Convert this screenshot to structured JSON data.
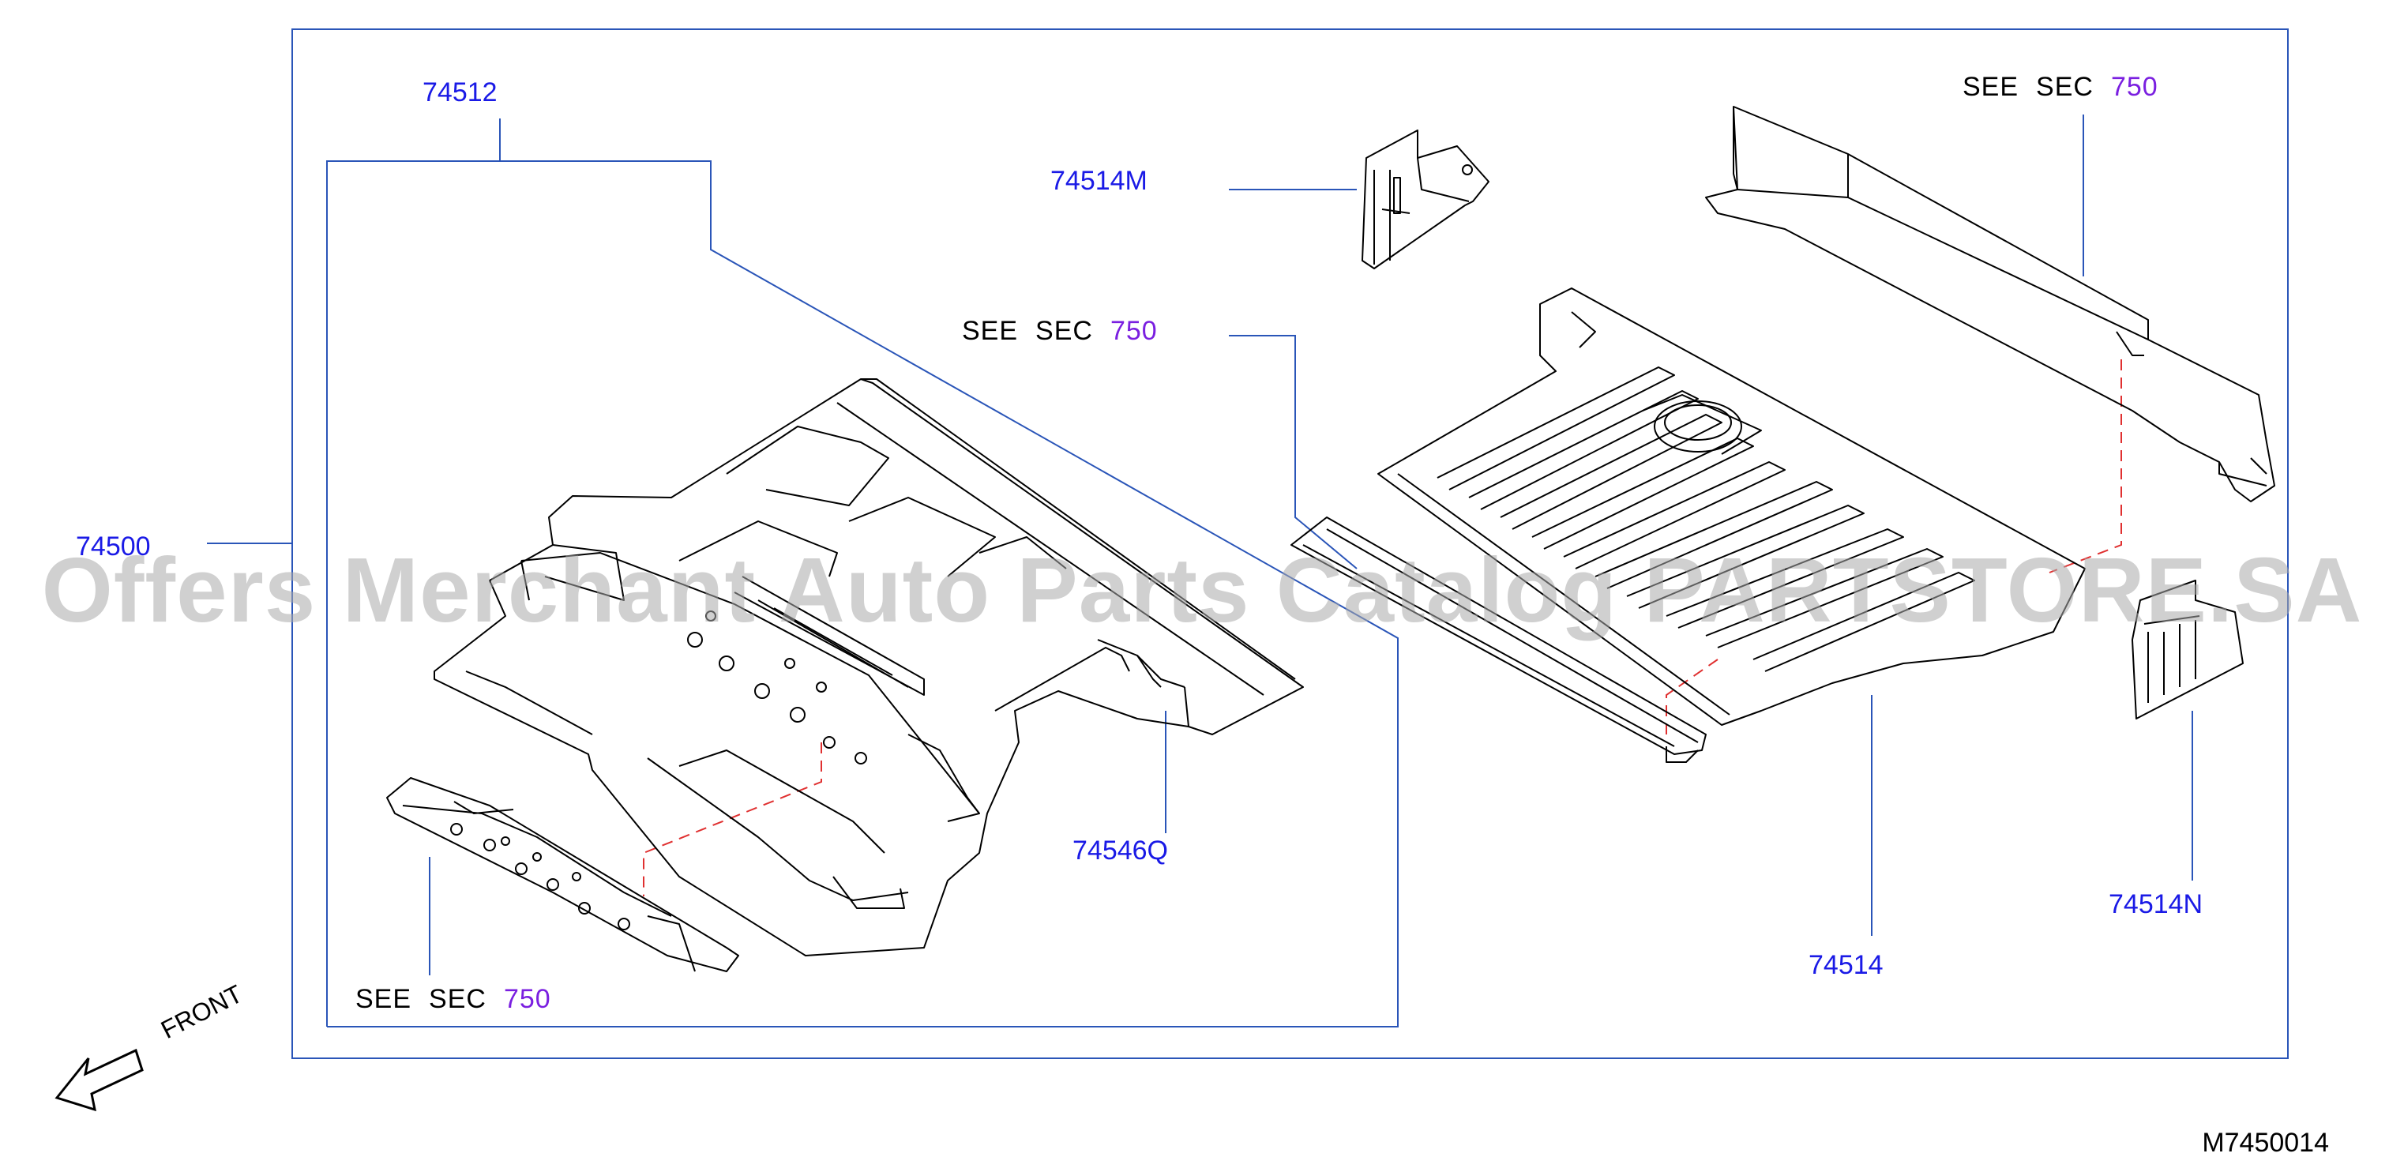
{
  "diagram_code": "M7450014",
  "front_label": "FRONT",
  "watermark": "Offers Merchant Auto Parts Catalog PARTSTORE.SA",
  "colors": {
    "leader_line": "#2a55b8",
    "part_number": "#1a1ae6",
    "section_number": "#7a1fe0",
    "dashed_line": "#e03030",
    "outline": "#000000"
  },
  "parts": {
    "assembly": "74500",
    "front_floor": "74512",
    "rear_floor": "74514",
    "bracket_m": "74514M",
    "bracket_n": "74514N",
    "extension_q": "74546Q"
  },
  "see_sec": {
    "prefix": "SEE",
    "word": "SEC",
    "number": "750"
  },
  "icons": {
    "front_arrow": "front-arrow-icon"
  }
}
